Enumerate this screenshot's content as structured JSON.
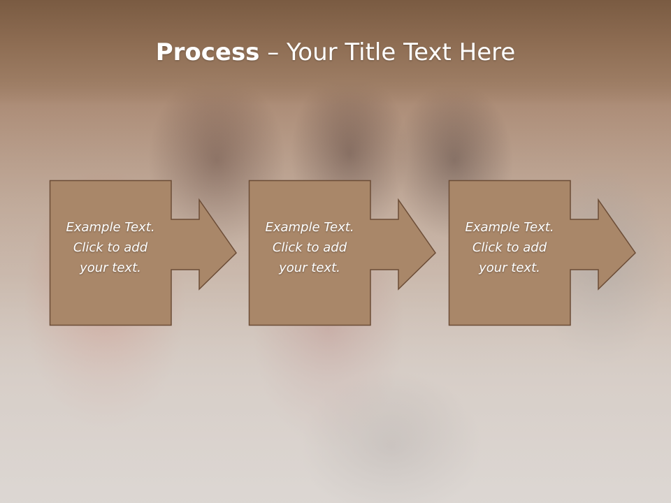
{
  "title": {
    "bold": "Process",
    "rest": " – Your Title Text Here"
  },
  "steps": [
    {
      "text": "Example Text.\nClick  to add\nyour text."
    },
    {
      "text": "Example Text.\nClick  to add\nyour text."
    },
    {
      "text": "Example Text.\nClick  to add\nyour text."
    }
  ],
  "colors": {
    "box_fill": "#a98769",
    "box_stroke": "#6b4c36",
    "title_band": "#8d6c52"
  }
}
